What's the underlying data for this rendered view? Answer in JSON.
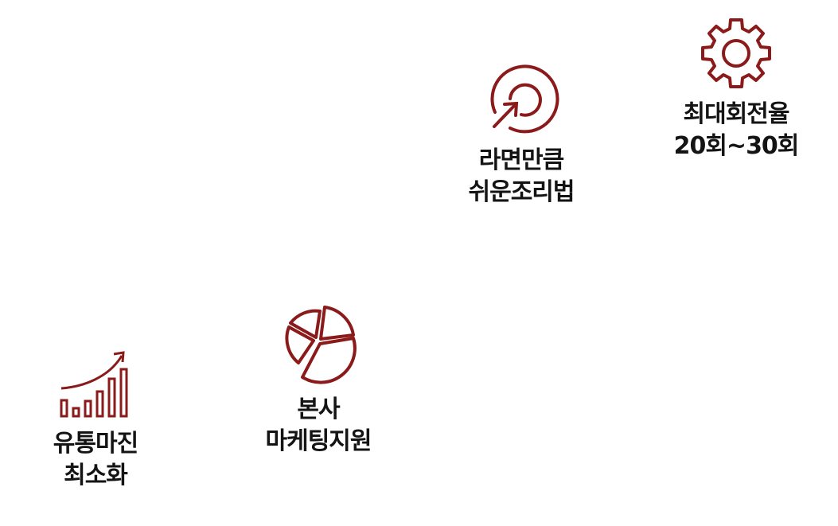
{
  "accent_color": "#8B1A1A",
  "features": {
    "distribution": {
      "icon": "bar-growth-icon",
      "line1": "유통마진",
      "line2": "최소화"
    },
    "marketing": {
      "icon": "pie-chart-icon",
      "line1": "본사",
      "line2": "마케팅지원"
    },
    "recipe": {
      "icon": "target-arrow-icon",
      "line1": "라면만큼",
      "line2": "쉬운조리법"
    },
    "rotation": {
      "icon": "gear-icon",
      "line1": "최대회전율",
      "line2": "20회~30회"
    }
  }
}
